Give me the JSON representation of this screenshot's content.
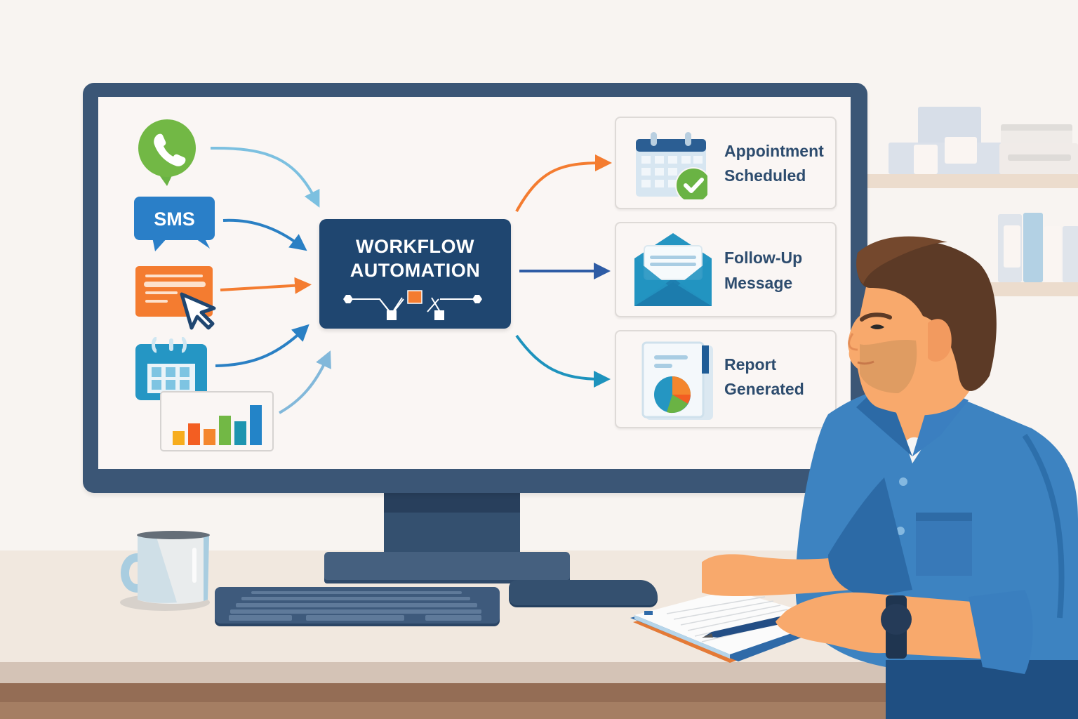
{
  "scene": {
    "description": "Illustration of a man at a desk viewing a workflow automation diagram on a monitor",
    "colors": {
      "wall": "#f8f4f1",
      "monitor_bezel": "#3b5676",
      "screen_bg": "#faf6f4",
      "workflow_box": "#1f4670",
      "card_text": "#2d4c6e",
      "orange_accent": "#f47c30",
      "green_accent": "#6ab344",
      "blue_accent": "#2a7fc8",
      "shirt": "#3d83c1",
      "skin": "#f8a96c",
      "hair": "#5c3a26",
      "desk": "#f1e8df"
    }
  },
  "screen": {
    "inputs": [
      {
        "id": "phone",
        "icon": "phone-icon",
        "label": ""
      },
      {
        "id": "sms",
        "icon": "sms-bubble-icon",
        "label": "SMS"
      },
      {
        "id": "web-form",
        "icon": "web-form-icon",
        "label": ""
      },
      {
        "id": "calendar",
        "icon": "calendar-icon",
        "label": ""
      },
      {
        "id": "analytics",
        "icon": "bar-chart-icon",
        "label": ""
      }
    ],
    "workflow": {
      "line1": "WORKFLOW",
      "line2": "AUTOMATION"
    },
    "outputs": [
      {
        "id": "appointment",
        "icon": "calendar-check-icon",
        "line1": "Appointment",
        "line2": "Scheduled"
      },
      {
        "id": "follow-up",
        "icon": "envelope-open-icon",
        "line1": "Follow-Up",
        "line2": "Message"
      },
      {
        "id": "report",
        "icon": "report-pie-chart-icon",
        "line1": "Report",
        "line2": "Generated"
      }
    ]
  }
}
